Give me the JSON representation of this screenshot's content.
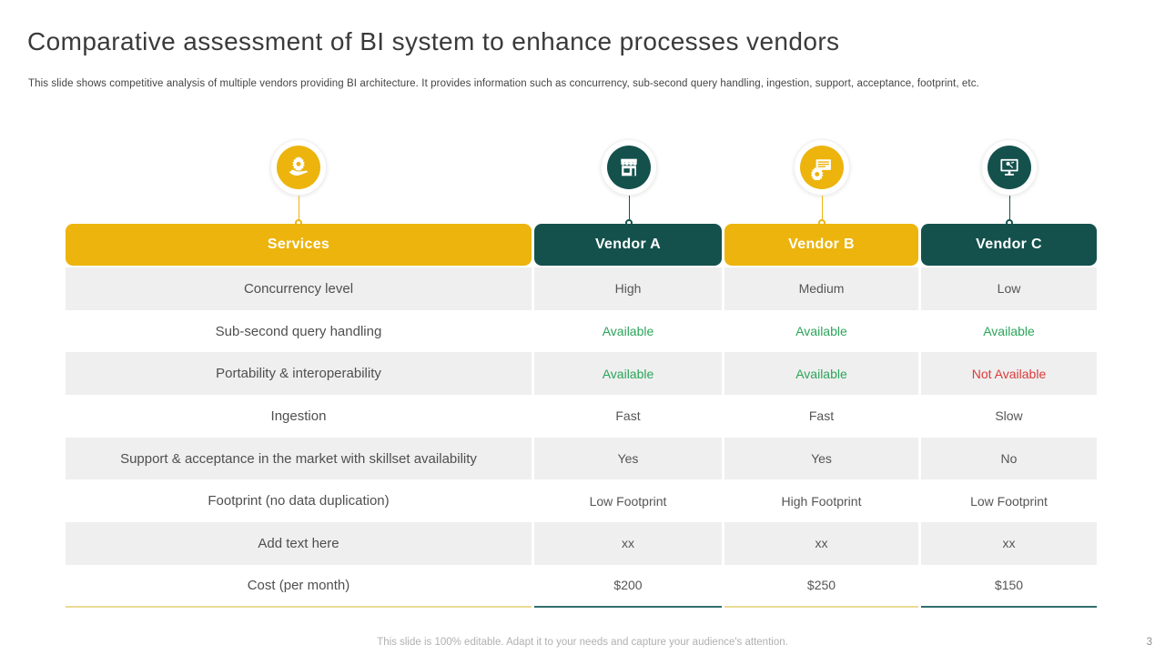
{
  "slide": {
    "title": "Comparative assessment of BI system to enhance processes vendors",
    "subtitle": "This slide shows competitive analysis of multiple vendors providing BI architecture. It provides information such as concurrency, sub-second query handling, ingestion, support, acceptance, footprint, etc.",
    "footer_note": "This slide is 100% editable. Adapt it to your needs and capture your audience's attention.",
    "page_number": "3"
  },
  "colors": {
    "gold": "#ecb40d",
    "teal": "#14514d",
    "row_alt": "#efefef",
    "available_green": "#2ba55a",
    "not_available_red": "#dd3a3a",
    "bottom_accent_gold": "#eadb94",
    "bottom_accent_teal": "#2f6f6e"
  },
  "table": {
    "columns": [
      {
        "label": "Services",
        "accent": "gold",
        "icon": "hand-gear-icon"
      },
      {
        "label": "Vendor A",
        "accent": "teal",
        "icon": "storefront-icon"
      },
      {
        "label": "Vendor B",
        "accent": "gold",
        "icon": "presentation-gear-icon"
      },
      {
        "label": "Vendor C",
        "accent": "teal",
        "icon": "monitor-icon"
      }
    ],
    "rows": [
      {
        "service": "Concurrency level",
        "values": [
          "High",
          "Medium",
          "Low"
        ]
      },
      {
        "service": "Sub-second query handling",
        "values": [
          "Available",
          "Available",
          "Available"
        ]
      },
      {
        "service": "Portability & interoperability",
        "values": [
          "Available",
          "Available",
          "Not Available"
        ]
      },
      {
        "service": "Ingestion",
        "values": [
          "Fast",
          "Fast",
          "Slow"
        ]
      },
      {
        "service": "Support & acceptance in the market with skillset availability",
        "values": [
          "Yes",
          "Yes",
          "No"
        ]
      },
      {
        "service": "Footprint (no data duplication)",
        "values": [
          "Low Footprint",
          "High Footprint",
          "Low Footprint"
        ]
      },
      {
        "service": "Add text here",
        "values": [
          "xx",
          "xx",
          "xx"
        ]
      },
      {
        "service": "Cost (per month)",
        "values": [
          "$200",
          "$250",
          "$150"
        ]
      }
    ]
  }
}
